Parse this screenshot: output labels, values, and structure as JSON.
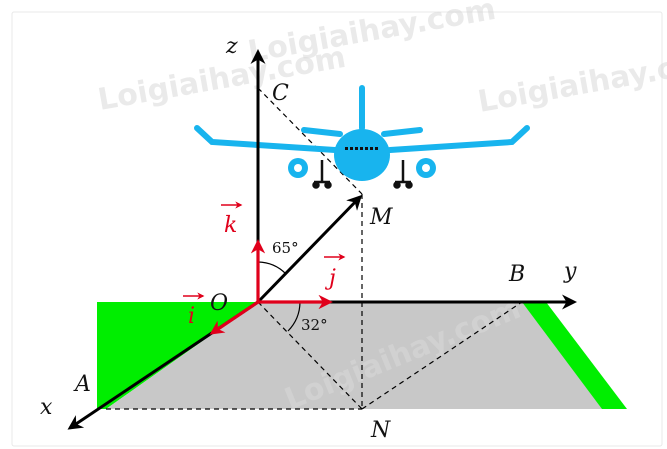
{
  "points": {
    "z": "z",
    "y": "y",
    "x": "x",
    "O": "O",
    "C": "C",
    "M": "M",
    "B": "B",
    "A": "A",
    "N": "N"
  },
  "vectors": {
    "i": "i",
    "j": "j",
    "k": "k"
  },
  "angles": {
    "angle_zOM": "65°",
    "angle_yON": "32°"
  },
  "watermarks": [
    "Loigiaihay.com",
    "Loigiaihay.com",
    "Loigiaihay.com",
    "Loigiaihay.com"
  ],
  "colors": {
    "ground_gray": "#c8c8c8",
    "ground_green": "#00ee00",
    "vector_red": "#e0001b",
    "plane_blue": "#18b4ee"
  },
  "icons": [
    "airplane-icon"
  ]
}
